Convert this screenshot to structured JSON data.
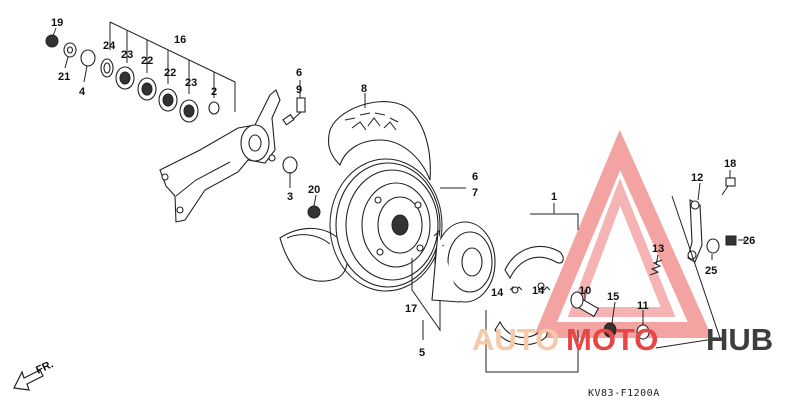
{
  "callouts": [
    {
      "num": "19"
    },
    {
      "num": "21"
    },
    {
      "num": "4"
    },
    {
      "num": "24"
    },
    {
      "num": "23"
    },
    {
      "num": "22"
    },
    {
      "num": "22"
    },
    {
      "num": "23"
    },
    {
      "num": "16"
    },
    {
      "num": "2"
    },
    {
      "num": "6"
    },
    {
      "num": "9"
    },
    {
      "num": "8"
    },
    {
      "num": "3"
    },
    {
      "num": "20"
    },
    {
      "num": "6"
    },
    {
      "num": "7"
    },
    {
      "num": "17"
    },
    {
      "num": "5"
    },
    {
      "num": "1"
    },
    {
      "num": "14"
    },
    {
      "num": "14"
    },
    {
      "num": "10"
    },
    {
      "num": "15"
    },
    {
      "num": "11"
    },
    {
      "num": "13"
    },
    {
      "num": "12"
    },
    {
      "num": "18"
    },
    {
      "num": "25"
    },
    {
      "num": "26"
    }
  ],
  "direction_label": "FR.",
  "diagram_code": "KV83-F1200A",
  "watermark": {
    "word_part1": "AUTO",
    "word_part2": "MOTO",
    "word_part3": "HUB",
    "color_light": "#f6c9a8",
    "color_red": "#e84545",
    "color_dark": "#3d3d3d"
  }
}
